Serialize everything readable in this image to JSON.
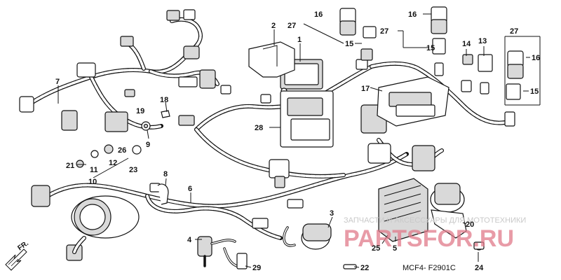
{
  "callouts": [
    {
      "id": "c1",
      "label": "1"
    },
    {
      "id": "c2",
      "label": "2"
    },
    {
      "id": "c3",
      "label": "3"
    },
    {
      "id": "c4",
      "label": "4"
    },
    {
      "id": "c5",
      "label": "5"
    },
    {
      "id": "c6",
      "label": "6"
    },
    {
      "id": "c7",
      "label": "7"
    },
    {
      "id": "c8",
      "label": "8"
    },
    {
      "id": "c9",
      "label": "9"
    },
    {
      "id": "c10",
      "label": "10"
    },
    {
      "id": "c11",
      "label": "11"
    },
    {
      "id": "c12",
      "label": "12"
    },
    {
      "id": "c13",
      "label": "13"
    },
    {
      "id": "c14",
      "label": "14"
    },
    {
      "id": "c15a",
      "label": "15"
    },
    {
      "id": "c15b",
      "label": "15"
    },
    {
      "id": "c15c",
      "label": "15"
    },
    {
      "id": "c16a",
      "label": "16"
    },
    {
      "id": "c16b",
      "label": "16"
    },
    {
      "id": "c16c",
      "label": "16"
    },
    {
      "id": "c17",
      "label": "17"
    },
    {
      "id": "c18",
      "label": "18"
    },
    {
      "id": "c19",
      "label": "19"
    },
    {
      "id": "c20",
      "label": "20"
    },
    {
      "id": "c21",
      "label": "21"
    },
    {
      "id": "c22",
      "label": "22"
    },
    {
      "id": "c23",
      "label": "23"
    },
    {
      "id": "c24",
      "label": "24"
    },
    {
      "id": "c25",
      "label": "25"
    },
    {
      "id": "c26",
      "label": "26"
    },
    {
      "id": "c27a",
      "label": "27"
    },
    {
      "id": "c27b",
      "label": "27"
    },
    {
      "id": "c27c",
      "label": "27"
    },
    {
      "id": "c28",
      "label": "28"
    },
    {
      "id": "c29",
      "label": "29"
    }
  ],
  "front_marker": "FR.",
  "diagram_code": "MCF4- F2901C",
  "watermark": {
    "tagline": "ЗАПЧАСТИ И АКСЕССУАРЫ ДЛЯ МОТОТЕХНИКИ",
    "brand": "PARTSFOR.RU",
    "color": "#e07a8a"
  }
}
